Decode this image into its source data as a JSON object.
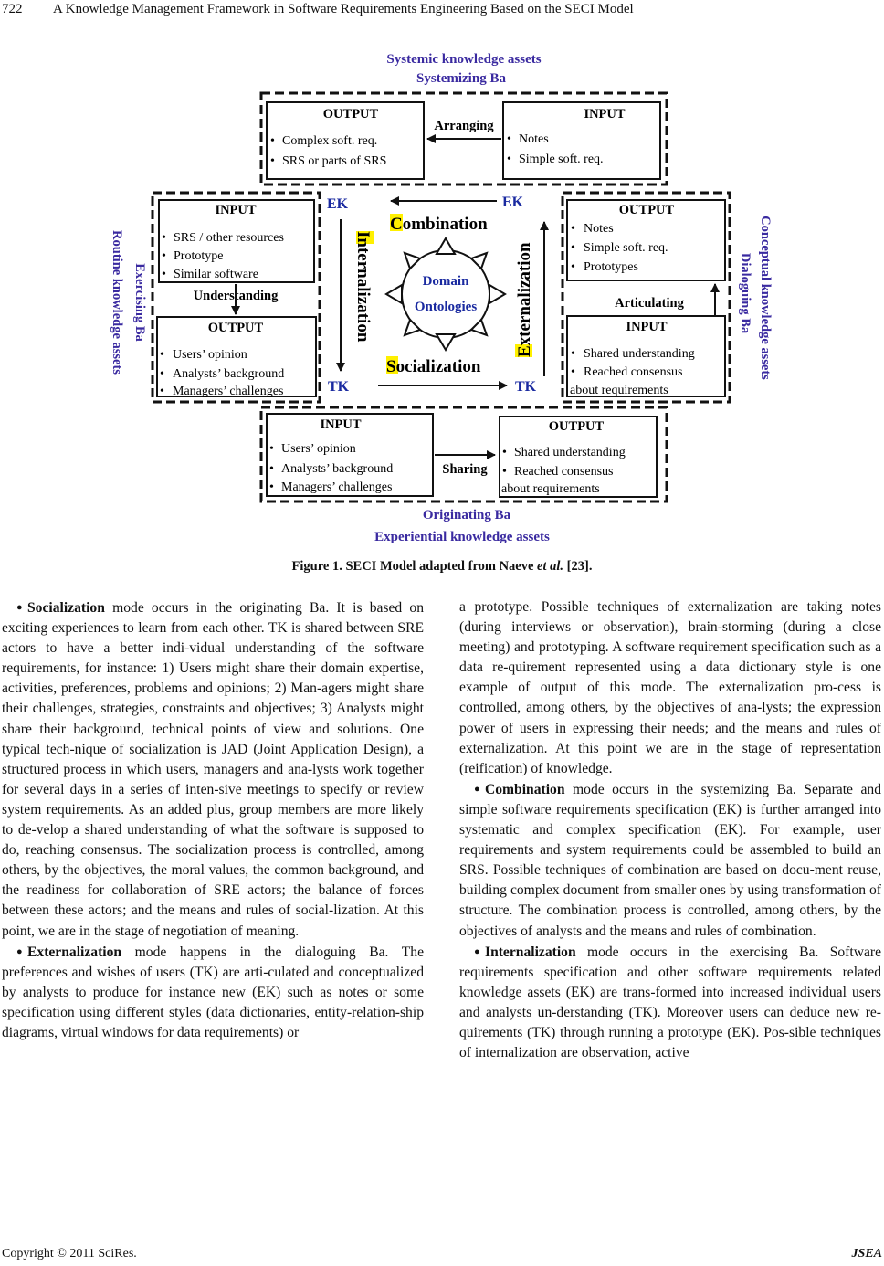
{
  "header": {
    "page_number": "722",
    "running_title": "A Knowledge Management Framework in Software Requirements Engineering Based on the SECI Model"
  },
  "figure": {
    "top_title": "Systemic knowledge assets",
    "top_ba": "Systemizing Ba",
    "bottom_ba": "Originating Ba",
    "bottom_title": "Experiential knowledge assets",
    "left_title": "Routine knowledge assets",
    "left_ba": "Exercising Ba",
    "right_title": "Conceptual knowledge assets",
    "right_ba": "Dialoguing Ba",
    "top_output": {
      "head": "OUTPUT",
      "items": [
        "Complex soft. req.",
        "SRS or parts of SRS"
      ]
    },
    "top_input": {
      "head": "INPUT",
      "items": [
        "Notes",
        "Simple soft. req."
      ]
    },
    "top_arrow": "Arranging",
    "left_input": {
      "head": "INPUT",
      "items": [
        "SRS / other resources",
        "Prototype",
        "Similar software"
      ]
    },
    "left_arrow": "Understanding",
    "left_output": {
      "head": "OUTPUT",
      "items": [
        "Users’ opinion",
        "Analysts’ background",
        "Managers’ challenges"
      ]
    },
    "right_output": {
      "head": "OUTPUT",
      "items": [
        "Notes",
        "Simple soft. req.",
        "Prototypes"
      ]
    },
    "right_arrow": "Articulating",
    "right_input": {
      "head": "INPUT",
      "items": [
        "Shared understanding",
        "Reached consensus"
      ],
      "tail": "about requirements"
    },
    "bottom_input": {
      "head": "INPUT",
      "items": [
        "Users’ opinion",
        "Analysts’ background",
        "Managers’ challenges"
      ]
    },
    "bottom_arrow": "Sharing",
    "bottom_output": {
      "head": "OUTPUT",
      "items": [
        "Shared understanding",
        "Reached consensus"
      ],
      "tail": "about requirements"
    },
    "center": {
      "ek_left": "EK",
      "ek_right": "EK",
      "tk_left": "TK",
      "tk_right": "TK",
      "combination": "Combination",
      "socialization": "Socialization",
      "internalization": "Internalization",
      "externalization": "Externalization",
      "domain": "Domain",
      "ontologies": "Ontologies"
    },
    "colors": {
      "title": "#3a2aa0",
      "highlight": "#fff000",
      "ink": "#111111"
    }
  },
  "caption": {
    "prefix": "Figure 1. SECI Model adapted from Naeve ",
    "etal": "et al.",
    "suffix": " [23]."
  },
  "body": {
    "soc_term": "Socialization",
    "soc_text": " mode occurs in the originating Ba. It is based on exciting experiences to learn from each other. TK is shared between SRE actors to have a better indi-vidual understanding of the software requirements, for instance: 1) Users might share their domain expertise, activities, preferences, problems and opinions; 2) Man-agers might share their challenges, strategies, constraints and objectives; 3) Analysts might share their background, technical points of view and solutions. One typical tech-nique of socialization is JAD (Joint Application Design), a structured process in which users, managers and ana-lysts work together for several days in a series of inten-sive meetings to specify or review system requirements. As an added plus, group members are more likely to de-velop a shared understanding of what the software is supposed to do, reaching consensus. The socialization process is controlled, among others, by the objectives, the moral values, the common background, and the readiness for collaboration of SRE actors; the balance of forces between these actors; and the means and rules of social-lization. At this point, we are in the stage of negotiation of meaning.",
    "ext_term": "Externalization",
    "ext_text": " mode happens in the dialoguing Ba. The preferences and wishes of users (TK) are arti-culated and conceptualized by analysts to produce for instance new (EK) such as notes or some specification using different styles (data dictionaries, entity-relation-ship diagrams, virtual windows for data requirements) or",
    "ext_cont": "a prototype. Possible techniques of externalization are taking notes (during interviews or observation), brain-storming (during a close meeting) and prototyping. A software requirement specification such as a data re-quirement represented using a data dictionary style is one example of output of this mode. The externalization pro-cess is controlled, among others, by the objectives of ana-lysts; the expression power of users in expressing their needs; and the means and rules of externalization. At this point we are in the stage of representation (reification) of knowledge.",
    "comb_term": "Combination",
    "comb_text": " mode occurs in the systemizing Ba. Separate and simple software requirements specification (EK) is further arranged into systematic and complex specification (EK). For example, user requirements and system requirements could be assembled to build an SRS. Possible techniques of combination are based on docu-ment reuse, building complex document from smaller ones by using transformation of structure. The combination process is controlled, among others, by the objectives of analysts and the means and rules of combination.",
    "int_term": "Internalization",
    "int_text": " mode occurs in the exercising Ba. Software requirements specification and other software requirements related knowledge assets (EK) are trans-formed into increased individual users and analysts un-derstanding (TK). Moreover users can deduce new re-quirements (TK) through running a prototype (EK). Pos-sible techniques of internalization are observation, active"
  },
  "footer": {
    "copyright": "Copyright © 2011 SciRes.",
    "journal": "JSEA"
  }
}
